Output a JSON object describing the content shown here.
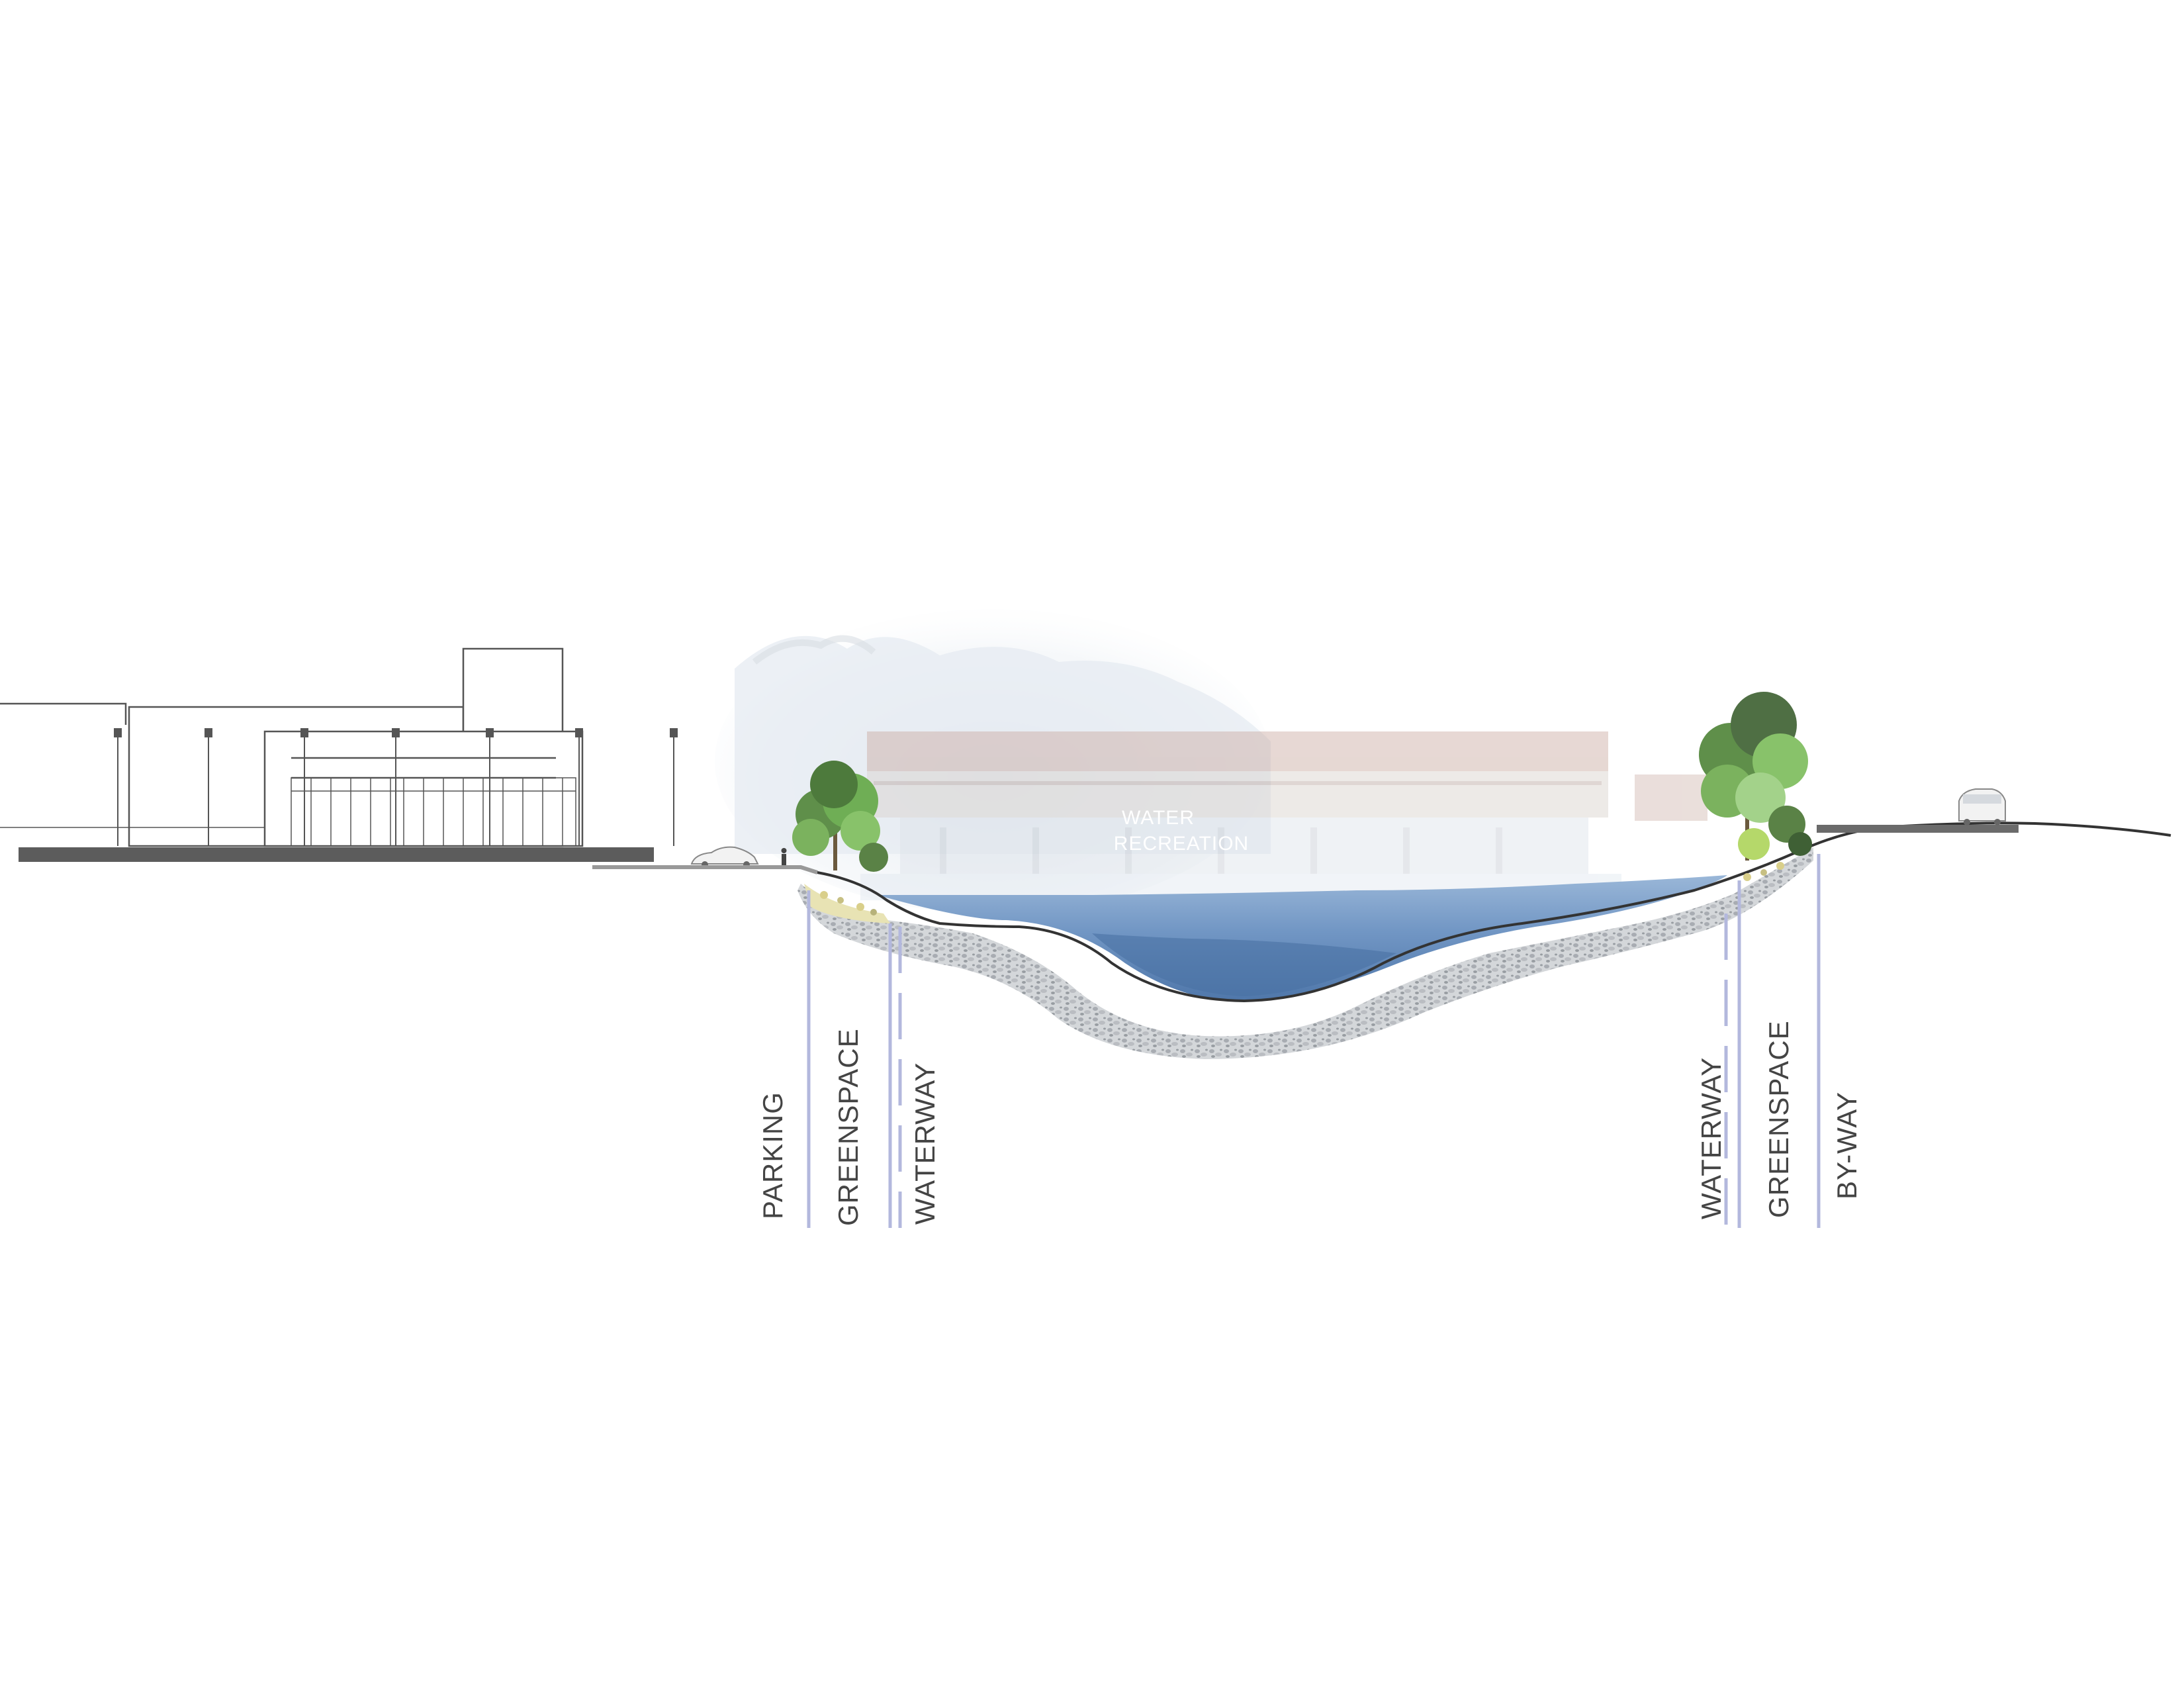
{
  "overlay_label": {
    "line1": "WATER",
    "line2": "RECREATION"
  },
  "zones_left": [
    {
      "key": "parking",
      "label": "PARKING"
    },
    {
      "key": "greenspace",
      "label": "GREENSPACE"
    },
    {
      "key": "waterway",
      "label": "WATERWAY"
    }
  ],
  "zones_right": [
    {
      "key": "waterway",
      "label": "WATERWAY"
    },
    {
      "key": "greenspace",
      "label": "GREENSPACE"
    },
    {
      "key": "byway",
      "label": "BY-WAY"
    }
  ],
  "colors": {
    "water_light": "#8aa9cf",
    "water_dark": "#5a81b3",
    "ground_line": "#333333",
    "zone_line": "#b3b8dd",
    "gravel": "#a9adb3",
    "tree_green": "#6fae55",
    "building_stroke": "#555555",
    "base_slab": "#5c5c5c"
  }
}
